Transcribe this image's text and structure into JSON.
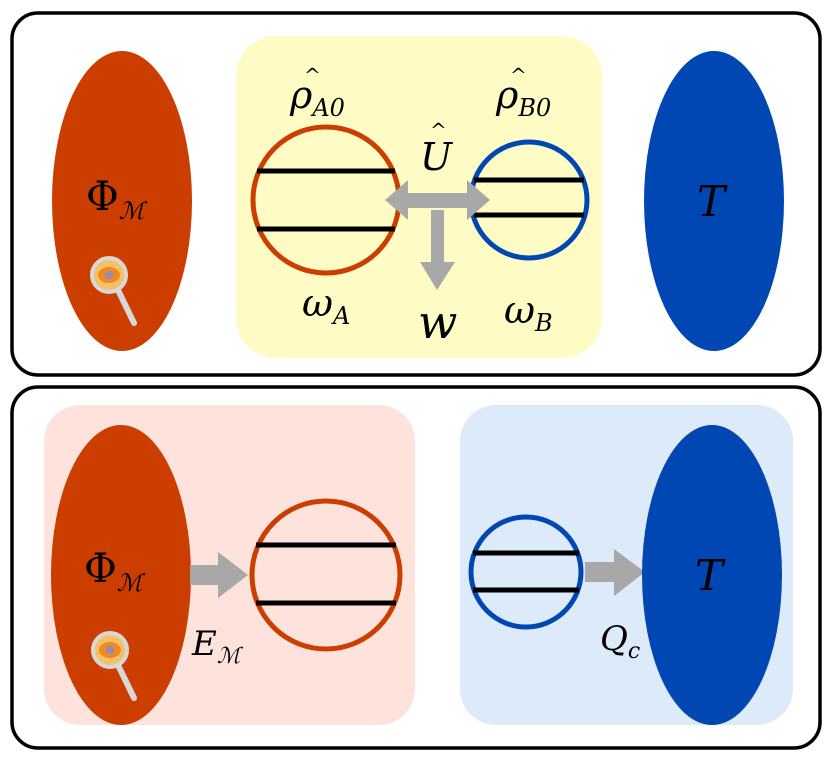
{
  "colors": {
    "measurement": "#cc3d00",
    "thermal": "#0047b3",
    "top_bg": "#fefcc4",
    "bottom_left_bg": "#fde3dc",
    "bottom_right_bg": "#dceaf9",
    "arrow": "#a8a8a8",
    "frame": "#000000"
  },
  "top_panel": {
    "left_ellipse": {
      "symbol": "Φ",
      "subscript": "ℳ",
      "icon": "magnifier-eye-icon"
    },
    "right_ellipse": {
      "symbol": "T"
    },
    "qubit_a": {
      "state_hat": "ρ",
      "state_sub": "A0",
      "freq": "ω",
      "freq_sub": "A"
    },
    "qubit_b": {
      "state_hat": "ρ",
      "state_sub": "B0",
      "freq": "ω",
      "freq_sub": "B"
    },
    "coupling": {
      "operator": "U",
      "work": "w"
    }
  },
  "bottom_panel": {
    "left_ellipse": {
      "symbol": "Φ",
      "subscript": "ℳ",
      "icon": "magnifier-eye-icon"
    },
    "energy_label": {
      "main": "E",
      "sub": "ℳ"
    },
    "right_ellipse": {
      "symbol": "T"
    },
    "heat_label": {
      "main": "Q",
      "sub": "c"
    }
  }
}
